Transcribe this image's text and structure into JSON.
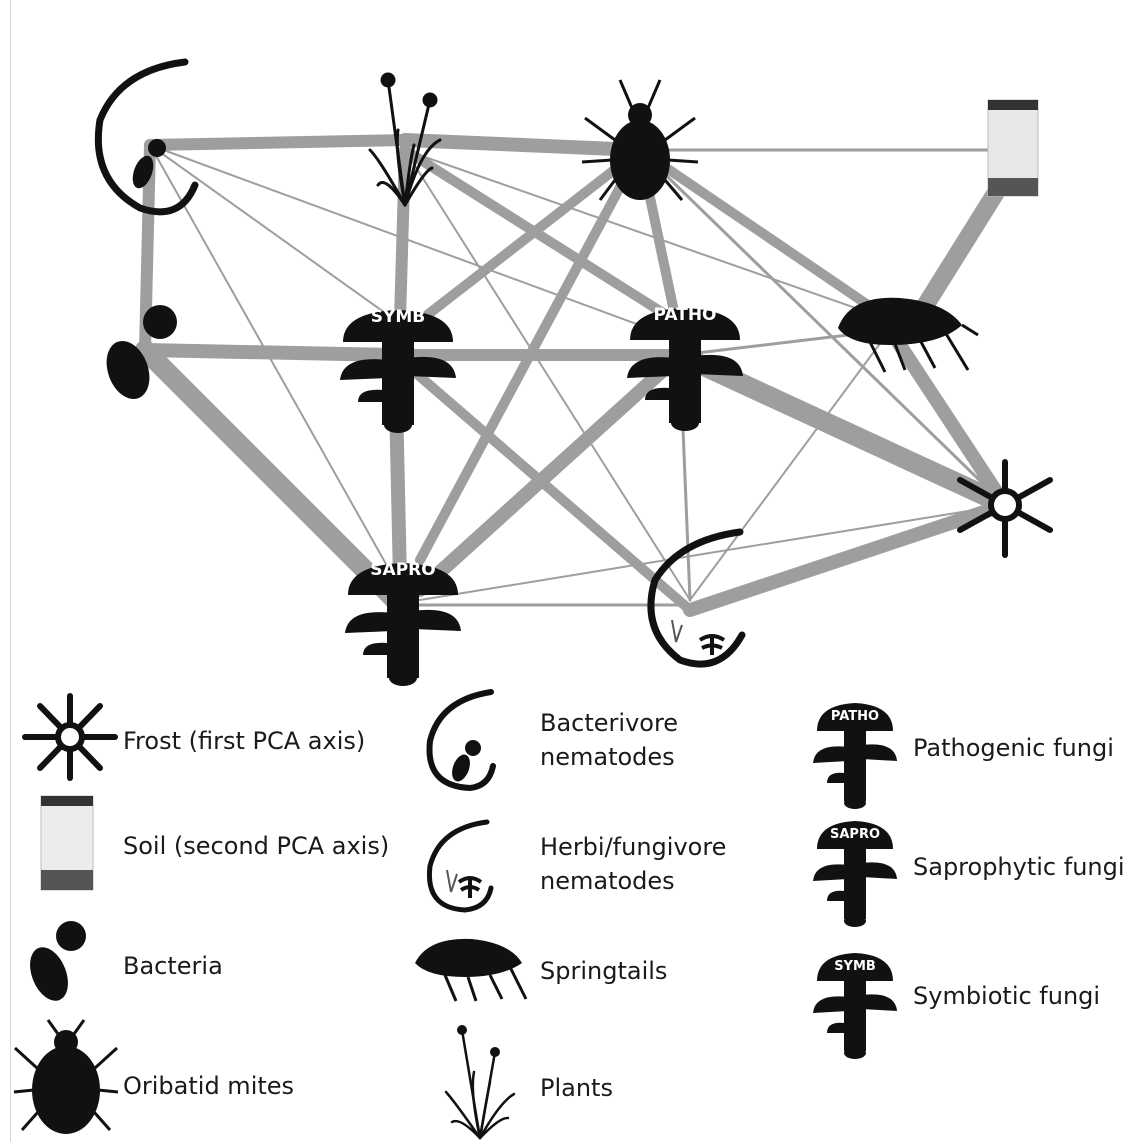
{
  "network": {
    "edge_color": "#9e9e9e",
    "node_color": "#111111",
    "fungi_labels": {
      "symbiotic": "SYMB",
      "pathogenic": "PATHO",
      "saprophytic": "SAPRO"
    }
  },
  "legend": {
    "frost": "Frost (first PCA axis)",
    "soil": "Soil (second PCA axis)",
    "bacteria": "Bacteria",
    "mites": "Oribatid mites",
    "bact_nem_line1": "Bacterivore",
    "bact_nem_line2": "nematodes",
    "herb_nem_line1": "Herbi/fungivore",
    "herb_nem_line2": "nematodes",
    "springtails": "Springtails",
    "plants": "Plants",
    "patho": "Pathogenic fungi",
    "sapro": "Saprophytic fungi",
    "symb": "Symbiotic fungi"
  }
}
